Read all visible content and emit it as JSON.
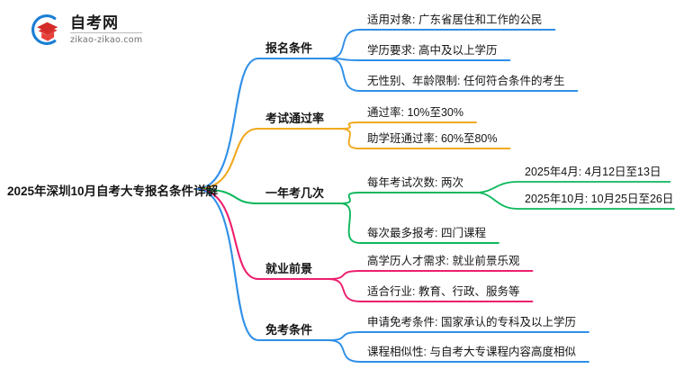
{
  "logo": {
    "title": "自考网",
    "subtitle": "zikao-zikao.com",
    "mark_icon": "graduation-cap-icon"
  },
  "mindmap": {
    "root": {
      "label": "2025年深圳10月自考大专报名条件详解"
    },
    "colors": {
      "blue": "#2e8fe8",
      "orange": "#f0a91e",
      "green": "#0cb85c",
      "pink": "#ed1e6e"
    },
    "branches": [
      {
        "label": "报名条件",
        "color": "#2e8fe8",
        "children": [
          {
            "label": "适用对象: 广东省居住和工作的公民",
            "children": []
          },
          {
            "label": "学历要求: 高中及以上学历",
            "children": []
          },
          {
            "label": "无性别、年龄限制: 任何符合条件的考生",
            "children": []
          }
        ]
      },
      {
        "label": "考试通过率",
        "color": "#f0a91e",
        "children": [
          {
            "label": "通过率: 10%至30%",
            "children": []
          },
          {
            "label": "助学班通过率: 60%至80%",
            "children": []
          }
        ]
      },
      {
        "label": "一年考几次",
        "color": "#0cb85c",
        "children": [
          {
            "label": "每年考试次数: 两次",
            "children": [
              {
                "label": "2025年4月: 4月12日至13日"
              },
              {
                "label": "2025年10月: 10月25日至26日"
              }
            ]
          },
          {
            "label": "每次最多报考: 四门课程",
            "children": []
          }
        ]
      },
      {
        "label": "就业前景",
        "color": "#ed1e6e",
        "children": [
          {
            "label": "高学历人才需求: 就业前景乐观",
            "children": []
          },
          {
            "label": "适合行业: 教育、行政、服务等",
            "children": []
          }
        ]
      },
      {
        "label": "免考条件",
        "color": "#2e8fe8",
        "children": [
          {
            "label": "申请免考条件: 国家承认的专科及以上学历",
            "children": []
          },
          {
            "label": "课程相似性: 与自考大专课程内容高度相似",
            "children": []
          }
        ]
      }
    ]
  }
}
